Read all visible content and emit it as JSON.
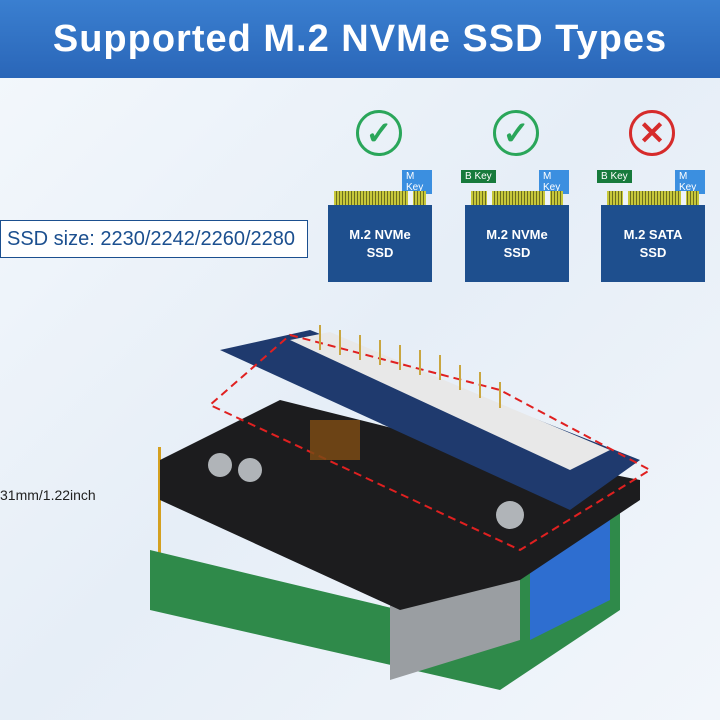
{
  "title": "Supported M.2 NVMe SSD Types",
  "ssd_size": "SSD size: 2230/2242/2260/2280",
  "height_label": "31mm/1.22inch",
  "cards": [
    {
      "status": "supported",
      "icon": "check-icon",
      "keys": [
        "M Key"
      ],
      "line1": "M.2 NVMe",
      "line2": "SSD"
    },
    {
      "status": "supported",
      "icon": "check-icon",
      "keys": [
        "B Key",
        "M Key"
      ],
      "line1": "M.2 NVMe",
      "line2": "SSD"
    },
    {
      "status": "unsupported",
      "icon": "cross-icon",
      "keys": [
        "B Key",
        "M Key"
      ],
      "line1": "M.2 SATA",
      "line2": "SSD"
    }
  ],
  "colors": {
    "banner": "#2f6fc4",
    "pcb": "#1e4f8e",
    "ok": "#2aa65a",
    "bad": "#d62b2b"
  }
}
